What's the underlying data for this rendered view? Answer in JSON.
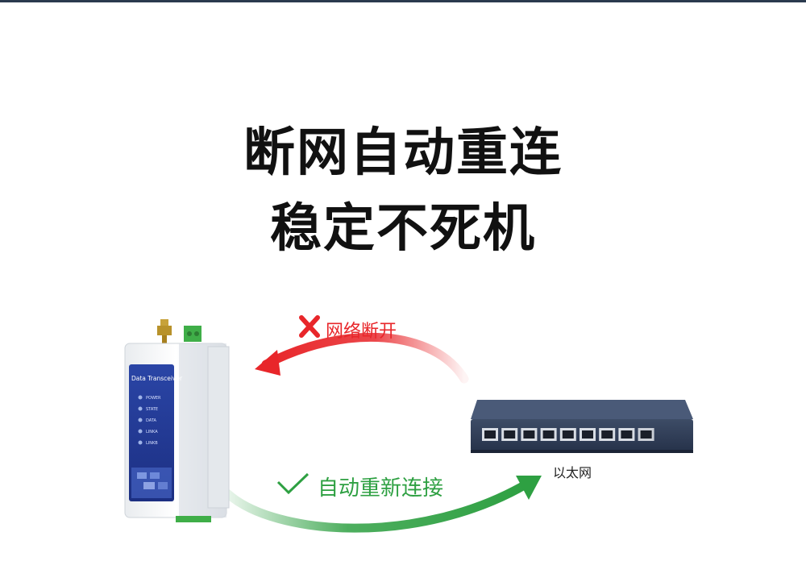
{
  "headline": {
    "line1": "断网自动重连",
    "line2": "稳定不死机"
  },
  "link_down": {
    "icon": "cross-icon",
    "label": "网络断开",
    "color": "#e8262a"
  },
  "reconnect": {
    "icon": "check-icon",
    "label": "自动重新连接",
    "color": "#2ea042"
  },
  "device": {
    "brand_label": "Data Transceiver",
    "leds": [
      "POWER",
      "STATE",
      "DATA",
      "LINKA",
      "LINKB"
    ]
  },
  "switch": {
    "label": "以太网",
    "port_count": 9
  }
}
